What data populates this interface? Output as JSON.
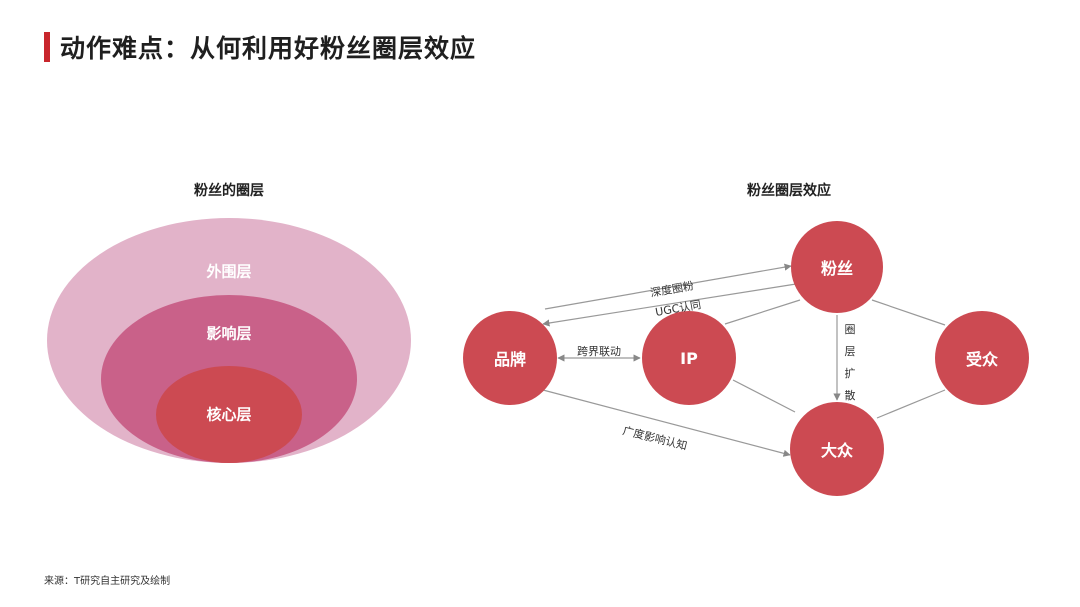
{
  "page_title": "动作难点：从何利用好粉丝圈层效应",
  "left_diagram": {
    "title": "粉丝的圈层",
    "layers": {
      "outer": "外围层",
      "middle": "影响层",
      "core": "核心层"
    },
    "colors": {
      "outer": "#e2b3c9",
      "middle": "#c96189",
      "core": "#cc4a52"
    }
  },
  "right_diagram": {
    "title": "粉丝圈层效应",
    "nodes": {
      "fans": "粉丝",
      "brand": "品牌",
      "ip": "IP",
      "audience": "受众",
      "public": "大众"
    },
    "edge_labels": {
      "deep_fans": "深度圈粉",
      "ugc": "UGC认同",
      "crossover": "跨界联动",
      "breadth": "广度影响认知",
      "spread": [
        "圈",
        "层",
        "扩",
        "散"
      ]
    },
    "node_color": "#cc4a52"
  },
  "source_note": "来源：T研究自主研究及绘制"
}
